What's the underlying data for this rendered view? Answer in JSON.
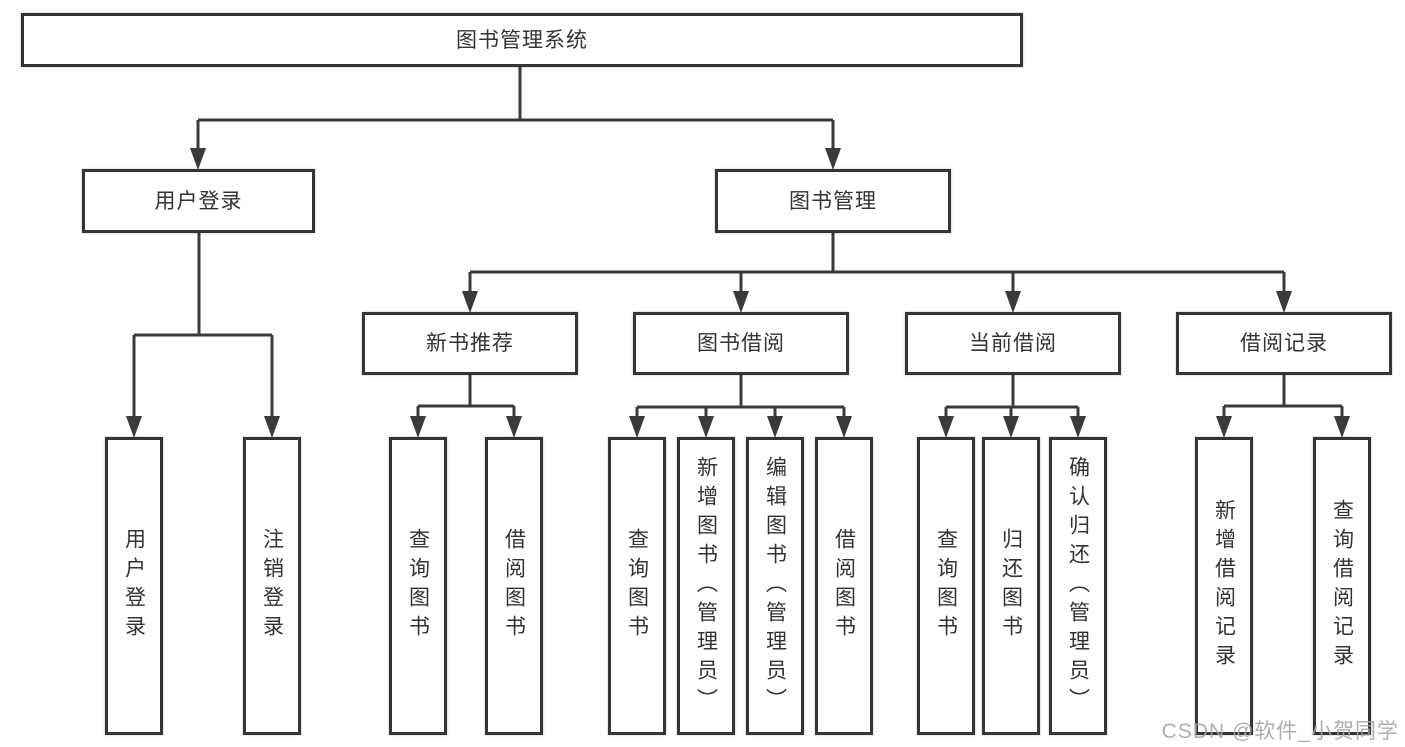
{
  "colors": {
    "line": "#3a3a3a",
    "box_border": "#343434",
    "box_fill": "#ffffff",
    "text": "#333333",
    "watermark": "#a6a6a6"
  },
  "diagram": {
    "root": {
      "label": "图书管理系统"
    },
    "branches": [
      {
        "label": "用户登录",
        "children": [
          {
            "label": "用户登录"
          },
          {
            "label": "注销登录"
          }
        ]
      },
      {
        "label": "图书管理",
        "groups": [
          {
            "label": "新书推荐",
            "children": [
              {
                "label": "查询图书"
              },
              {
                "label": "借阅图书"
              }
            ]
          },
          {
            "label": "图书借阅",
            "children": [
              {
                "label": "查询图书"
              },
              {
                "label": "新增图书（管理员）"
              },
              {
                "label": "编辑图书（管理员）"
              },
              {
                "label": "借阅图书"
              }
            ]
          },
          {
            "label": "当前借阅",
            "children": [
              {
                "label": "查询图书"
              },
              {
                "label": "归还图书"
              },
              {
                "label": "确认归还（管理员）"
              }
            ]
          },
          {
            "label": "借阅记录",
            "children": [
              {
                "label": "新增借阅记录"
              },
              {
                "label": "查询借阅记录"
              }
            ]
          }
        ]
      }
    ]
  },
  "watermark": {
    "text": "CSDN @软件_小贺同学"
  }
}
